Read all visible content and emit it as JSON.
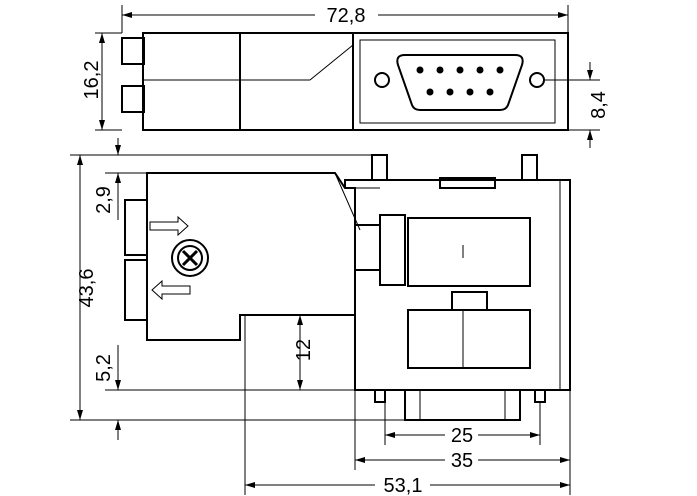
{
  "dimensions": {
    "overall_width": "72,8",
    "top_height": "16,2",
    "socket_offset": "8,4",
    "top_offset": "2,9",
    "overall_height": "43,6",
    "bottom_offset": "5,2",
    "step_height": "12",
    "connector_width": "25",
    "body_width": "35",
    "depth": "53,1"
  }
}
